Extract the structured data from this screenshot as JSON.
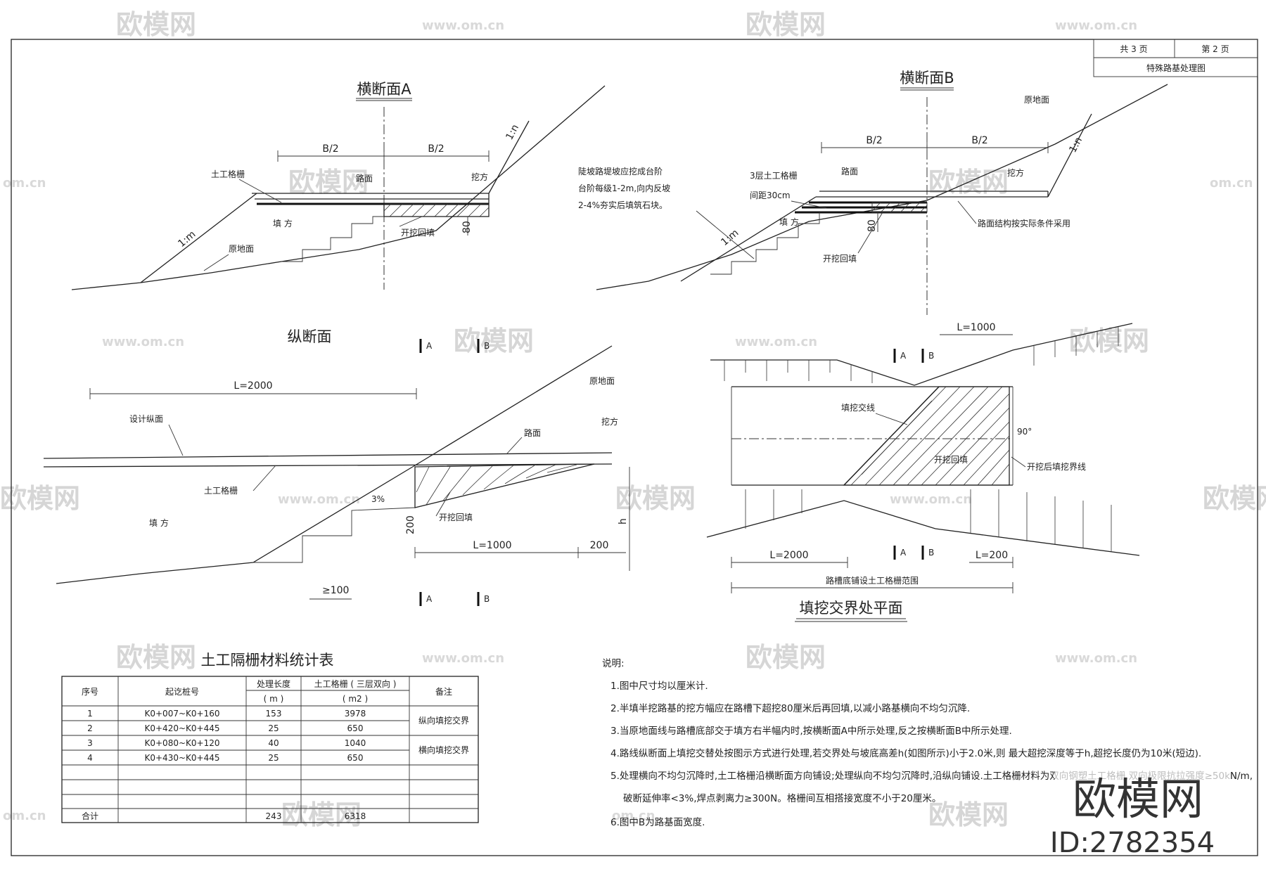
{
  "sheet": {
    "total_pages": "共 3 页",
    "page_no": "第 2 页",
    "drawing_name": "特殊路基处理图"
  },
  "section_a": {
    "title": "横断面A",
    "half_left": "B/2",
    "half_right": "B/2",
    "slope_cut": "1:n",
    "slope_fill": "1:m",
    "geogrid": "土工格栅",
    "pavement": "路面",
    "cut": "挖方",
    "fill": "填 方",
    "ground": "原地面",
    "backfill": "开挖回填",
    "depth": "80"
  },
  "section_b": {
    "title": "横断面B",
    "ground": "原地面",
    "half_left": "B/2",
    "half_right": "B/2",
    "slope_cut": "1:n",
    "slope_fill": "1:m",
    "note_steps": [
      "陡坡路堤坡应挖成台阶",
      "台阶每级1-2m,向内反坡",
      "2-4%夯实后填筑石块。"
    ],
    "geogrid_layers": [
      "3层土工格栅",
      "间距30cm"
    ],
    "pavement": "路面",
    "cut": "挖方",
    "fill": "填 方",
    "depth": "80",
    "backfill": "开挖回填",
    "structure_note": "路面结构按实际条件采用"
  },
  "longitudinal": {
    "title": "纵断面",
    "length_total": "L=2000",
    "design_profile": "设计纵面",
    "ground": "原地面",
    "cut": "挖方",
    "pavement": "路面",
    "geogrid": "土工格栅",
    "grade": "3%",
    "fill": "填 方",
    "depth": "200",
    "backfill": "开挖回填",
    "length_treat": "L=1000",
    "extra": "200",
    "height": "h",
    "step": "≥100",
    "mark_a": "A",
    "mark_b": "B"
  },
  "plan": {
    "title": "填挖交界处平面",
    "length_top": "L=1000",
    "mark_a": "A",
    "mark_b": "B",
    "boundary_line": "填挖交线",
    "angle": "90°",
    "backfill": "开挖回填",
    "boundary_after": "开挖后填挖界线",
    "length_left": "L=2000",
    "length_right": "L=200",
    "range_note": "路槽底铺设土工格栅范围"
  },
  "table": {
    "title": "土工隔栅材料统计表",
    "headers": {
      "no": "序号",
      "station": "起讫桩号",
      "length": "处理长度",
      "length_unit": "( m )",
      "grid": "土工格栅 ( 三层双向 )",
      "grid_unit": "( m2 )",
      "remark": "备注"
    },
    "rows": [
      {
        "no": "1",
        "station": "K0+007~K0+160",
        "length": "153",
        "grid": "3978"
      },
      {
        "no": "2",
        "station": "K0+420~K0+445",
        "length": "25",
        "grid": "650"
      },
      {
        "no": "3",
        "station": "K0+080~K0+120",
        "length": "40",
        "grid": "1040"
      },
      {
        "no": "4",
        "station": "K0+430~K0+445",
        "length": "25",
        "grid": "650"
      }
    ],
    "remarks": [
      "纵向填挖交界",
      "横向填挖交界"
    ],
    "total_label": "合计",
    "total_length": "243",
    "total_grid": "6318"
  },
  "notes": {
    "heading": "说明:",
    "items": [
      "1.图中尺寸均以厘米计.",
      "2.半填半挖路基的挖方幅应在路槽下超挖80厘米后再回填,以减小路基横向不均匀沉降.",
      "3.当原地面线与路槽底部交于填方右半幅内时,按横断面A中所示处理,反之按横断面B中所示处理.",
      "4.路线纵断面上填挖交替处按图示方式进行处理,若交界处与坡底高差h(如图所示)小于2.0米,则    最大超挖深度等于h,超挖长度仍为10米(短边).",
      "5.处理横向不均匀沉降时,土工格栅沿横断面方向铺设;处理纵向不均匀沉降时,沿纵向铺设.土工格栅材料为双向钢塑土工格栅,双向极限抗拉强度≥50kN/m,",
      "破断延伸率<3%,焊点剥离力≥300N。格栅间互相搭接宽度不小于20厘米。",
      "6.图中B为路基面宽度."
    ]
  },
  "watermark": {
    "brand": "欧模网",
    "url": "www.om.cn",
    "url_short": "om.cn",
    "id": "ID:2782354"
  }
}
